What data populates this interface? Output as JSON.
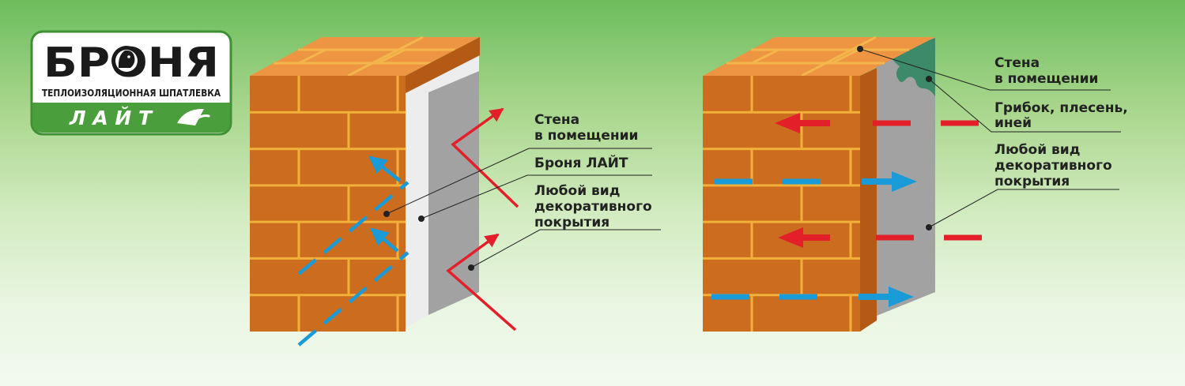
{
  "logo": {
    "brand": "БРОНЯ",
    "subtitle": "ТЕПЛОИЗОЛЯЦИОННАЯ ШПАТЛЕВКА",
    "variant": "Л А Й Т"
  },
  "left_diagram": {
    "labels": [
      "Стена",
      "в помещении",
      "Броня ЛАЙТ",
      "Любой вид",
      "декоративного",
      "покрытия"
    ]
  },
  "right_diagram": {
    "labels": [
      "Стена",
      "в помещении",
      "Грибок, плесень,",
      "иней",
      "Любой вид",
      "декоративного",
      "покрытия"
    ]
  },
  "colors": {
    "brick": "#cc6c1e",
    "brick_top": "#ee9543",
    "brick_side": "#b55a14",
    "mortar": "#f1b138",
    "insulation": "#ededed",
    "coating": "#a2a2a2",
    "heat_arrow": "#e3202a",
    "cold_arrow": "#1a9ad6",
    "mold": "#3c8a6a",
    "logo_green": "#4a9e3b"
  },
  "icons": [
    "leopard-emblem-icon",
    "trowel-icon"
  ]
}
